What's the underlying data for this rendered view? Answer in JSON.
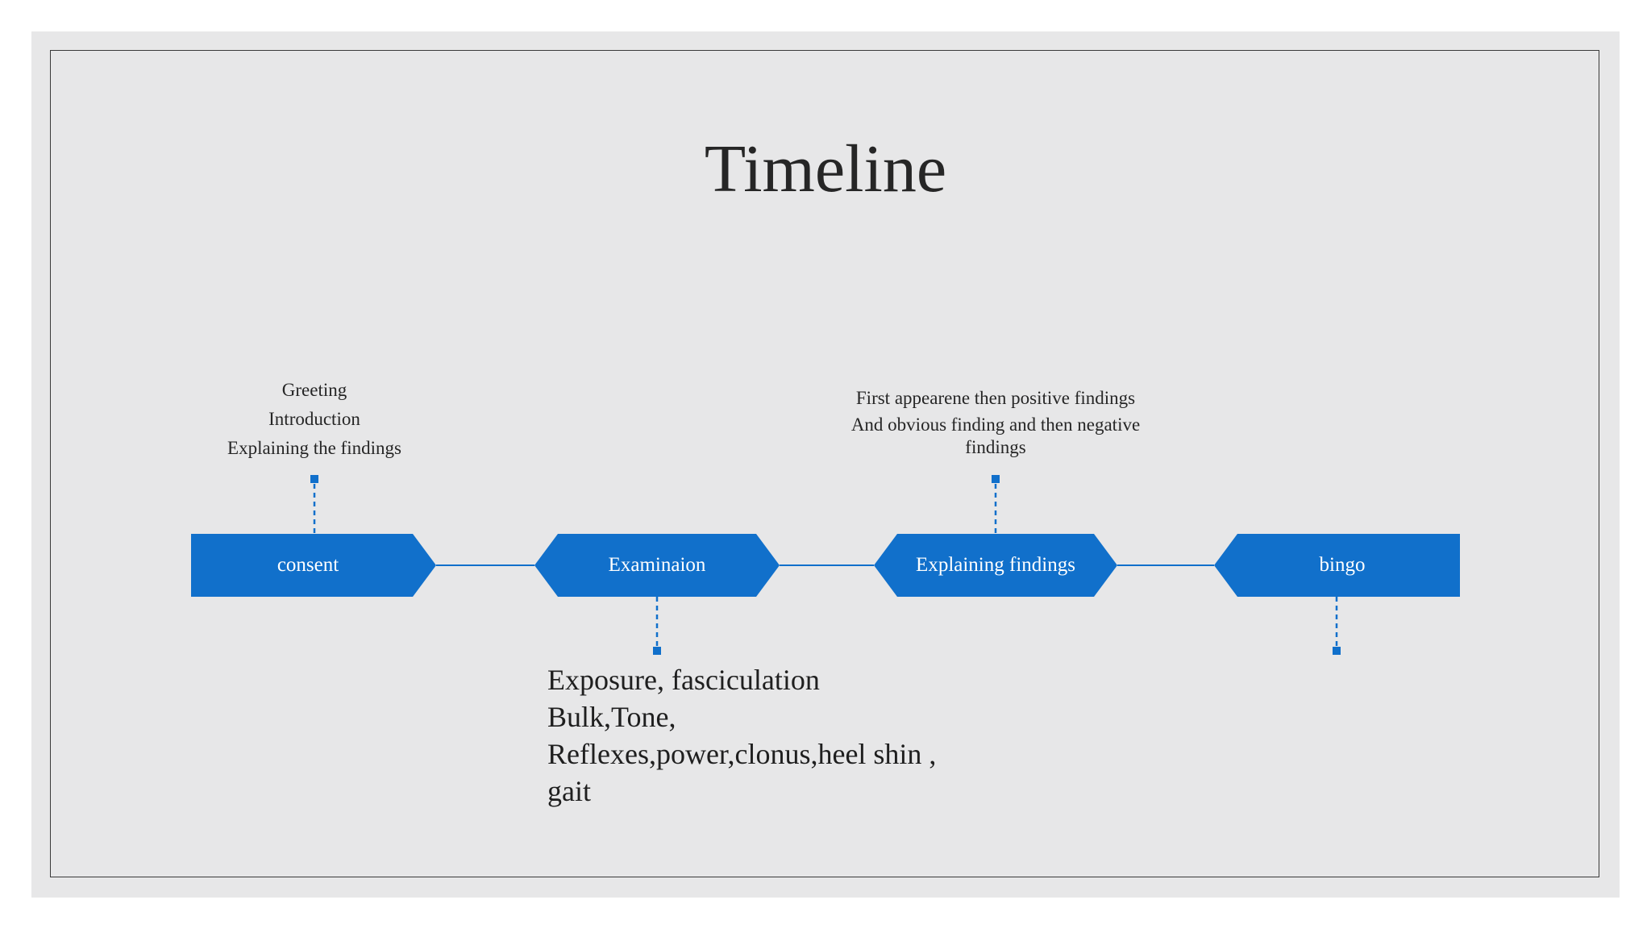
{
  "slide": {
    "title": "Timeline"
  },
  "steps": [
    {
      "label": "consent"
    },
    {
      "label": "Examinaion"
    },
    {
      "label": "Explaining findings"
    },
    {
      "label": "bingo"
    }
  ],
  "notes": {
    "consent": [
      "Greeting",
      "Introduction",
      "Explaining the findings"
    ],
    "examination": [
      "Exposure, fasciculation",
      "Bulk,Tone,",
      "Reflexes,power,clonus,heel shin ,",
      "gait"
    ],
    "explaining_findings": [
      "First appearene then positive findings",
      "And obvious finding and then negative",
      "findings"
    ],
    "bingo": []
  },
  "colors": {
    "accent": "#1170cb",
    "background": "#e7e7e8",
    "text": "#262626"
  }
}
